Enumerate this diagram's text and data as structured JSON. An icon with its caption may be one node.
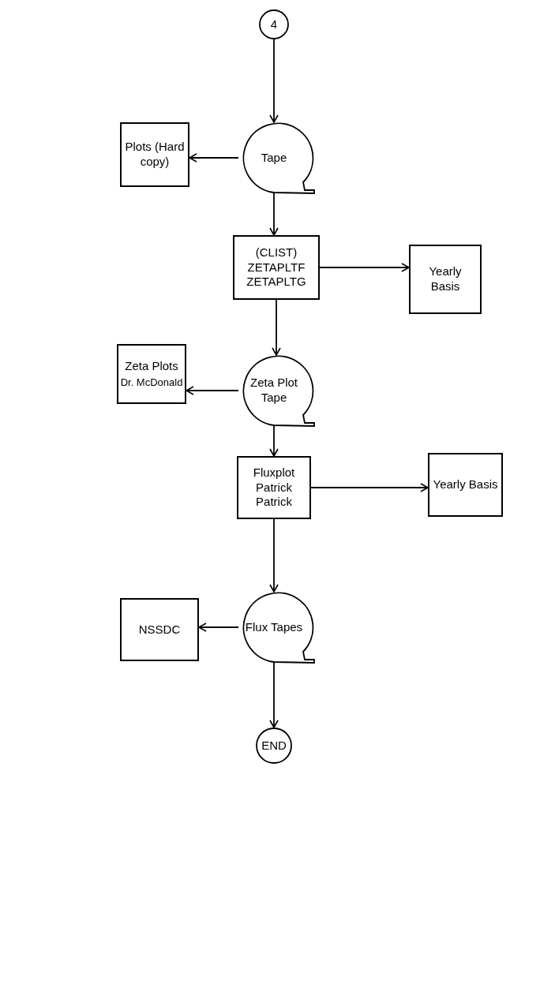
{
  "diagram": {
    "nodes": [
      {
        "text": [
          "4"
        ]
      },
      {
        "text": [
          "Tape"
        ]
      },
      {
        "text": [
          "Plots (Hard copy)"
        ]
      },
      {
        "text": [
          "(CLIST) ZETAPLTF ZETAPLTG"
        ]
      },
      {
        "text": [
          "Yearly Basis"
        ]
      },
      {
        "text": [
          "Zeta Plots",
          "Dr. McDonald"
        ]
      },
      {
        "text": [
          "Zeta Plot Tape"
        ]
      },
      {
        "text": [
          "Fluxplot Patrick Patrick"
        ]
      },
      {
        "text": [
          "Yearly Basis"
        ]
      },
      {
        "text": [
          "NSSDC"
        ]
      },
      {
        "text": [
          "Flux Tapes"
        ]
      },
      {
        "text": [
          "END"
        ]
      }
    ],
    "edges": [
      {
        "from": 0,
        "to": 1,
        "arrow": "to"
      },
      {
        "from": 1,
        "to": 2,
        "arrow": "to"
      },
      {
        "from": 1,
        "to": 3,
        "arrow": "to"
      },
      {
        "from": 3,
        "to": 4,
        "arrow": "to"
      },
      {
        "from": 3,
        "to": 6,
        "arrow": "to"
      },
      {
        "from": 6,
        "to": 5,
        "arrow": "to"
      },
      {
        "from": 6,
        "to": 7,
        "arrow": "to"
      },
      {
        "from": 7,
        "to": 8,
        "arrow": "to"
      },
      {
        "from": 7,
        "to": 10,
        "arrow": "to"
      },
      {
        "from": 10,
        "to": 9,
        "arrow": "to"
      },
      {
        "from": 10,
        "to": 11,
        "arrow": "to"
      }
    ]
  }
}
